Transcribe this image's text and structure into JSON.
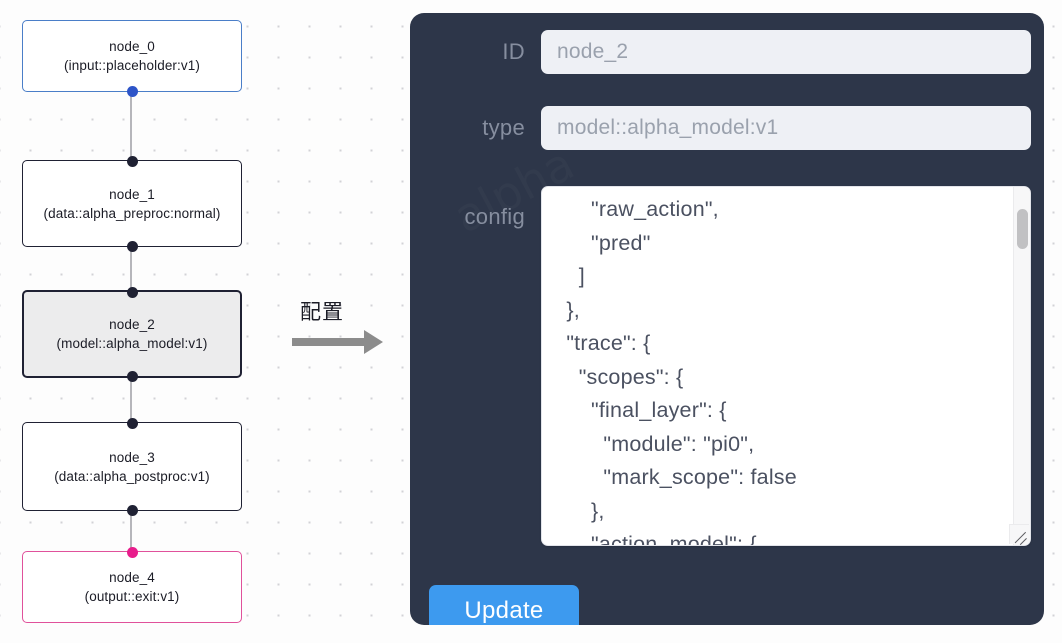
{
  "graph": {
    "nodes": [
      {
        "id": "node_0",
        "title": "node_0",
        "subtitle": "(input::placeholder:v1)",
        "variant": "input",
        "selected": false
      },
      {
        "id": "node_1",
        "title": "node_1",
        "subtitle": "(data::alpha_preproc:normal)",
        "variant": "default",
        "selected": false
      },
      {
        "id": "node_2",
        "title": "node_2",
        "subtitle": "(model::alpha_model:v1)",
        "variant": "default",
        "selected": true
      },
      {
        "id": "node_3",
        "title": "node_3",
        "subtitle": "(data::alpha_postproc:v1)",
        "variant": "default",
        "selected": false
      },
      {
        "id": "node_4",
        "title": "node_4",
        "subtitle": "(output::exit:v1)",
        "variant": "output",
        "selected": false
      }
    ],
    "colors": {
      "input_border": "#4a7ec8",
      "output_border": "#e0519b",
      "default_border": "#1f2133",
      "selected_fill": "#ececed",
      "edge": "#b6b6bb",
      "handle": "#1f2133",
      "handle_input": "#2d54c8",
      "handle_output": "#e81d8c"
    }
  },
  "annotation": {
    "label": "配置",
    "arrow_color": "#8c8c8c"
  },
  "panel": {
    "background": "#2d3649",
    "fields": {
      "id": {
        "label": "ID",
        "value": "node_2"
      },
      "type": {
        "label": "type",
        "value": "model::alpha_model:v1"
      },
      "config": {
        "label": "config",
        "value": "      \"raw_action\",\n      \"pred\"\n    ]\n  },\n  \"trace\": {\n    \"scopes\": {\n      \"final_layer\": {\n        \"module\": \"pi0\",\n        \"mark_scope\": false\n      },\n      \"action_model\": {"
      }
    },
    "update_button": {
      "label": "Update",
      "color": "#3d9aef"
    }
  }
}
